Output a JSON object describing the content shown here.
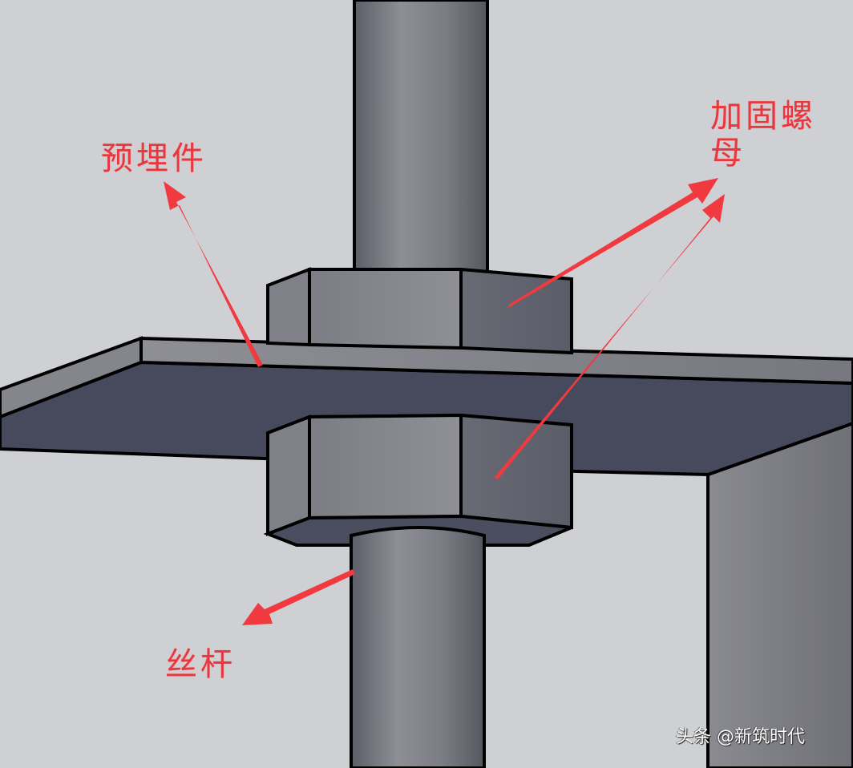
{
  "diagram": {
    "title": "",
    "labels": {
      "embedded_part": "预埋件",
      "reinforcing_nut": "加固螺母",
      "threaded_rod": "丝杆"
    },
    "watermark": "头条 @新筑时代"
  },
  "colors": {
    "background": "#cfd0d3",
    "rod_light": "#8a8b92",
    "rod_dark": "#5a5c66",
    "nut_face": "#8c8d93",
    "nut_side": "#62646e",
    "plate_top": "#8d8e94",
    "plate_bottom": "#474a5c",
    "outline": "#000000",
    "annotation_red": "#f03a40"
  }
}
